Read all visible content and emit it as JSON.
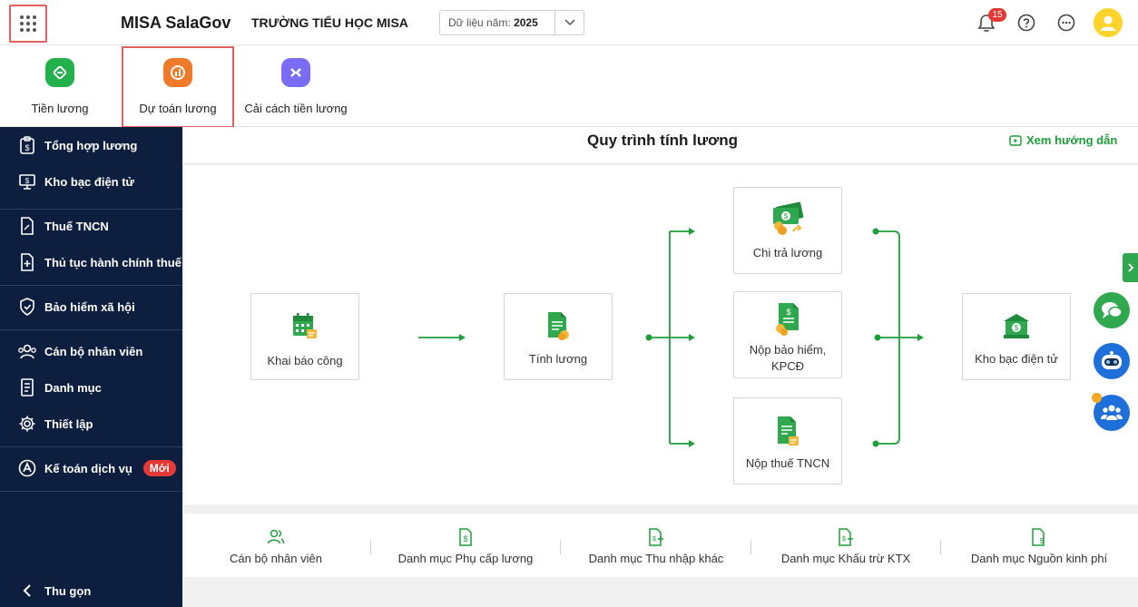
{
  "header": {
    "brand": "MISA SalaGov",
    "school": "TRƯỜNG TIỂU HỌC MISA",
    "year_label": "Dữ liệu năm:",
    "year_value": "2025",
    "notification_count": "15"
  },
  "apps": [
    {
      "label": "Tiền lương",
      "icon": "salary-icon",
      "color": "#22b14c"
    },
    {
      "label": "Dự toán lương",
      "icon": "budget-icon",
      "color": "#f07a2a"
    },
    {
      "label": "Cải cách tiền lương",
      "icon": "reform-icon",
      "color": "#7b6cf6"
    }
  ],
  "sidebar": {
    "items": [
      {
        "label": "Tổng hợp lương",
        "icon": "clipboard-money-icon"
      },
      {
        "label": "Kho bạc điện tử",
        "icon": "treasury-monitor-icon"
      },
      {
        "label": "Thuế TNCN",
        "icon": "tax-doc-icon"
      },
      {
        "label": "Thủ tục hành chính thuế",
        "icon": "doc-plus-icon"
      },
      {
        "label": "Bảo hiểm xã hội",
        "icon": "shield-check-icon"
      },
      {
        "label": "Cán bộ nhân viên",
        "icon": "staff-icon"
      },
      {
        "label": "Danh mục",
        "icon": "list-doc-icon"
      },
      {
        "label": "Thiết lập",
        "icon": "gear-icon"
      },
      {
        "label": "Kế toán dịch vụ",
        "icon": "accounting-icon"
      }
    ],
    "new_badge": "Mới",
    "collapse_label": "Thu gọn"
  },
  "main": {
    "title": "Quy trình tính lương",
    "guide_label": "Xem hướng dẫn"
  },
  "flow": {
    "nodes": [
      {
        "label": "Khai báo công",
        "icon": "calendar-icon"
      },
      {
        "label": "Tính lương",
        "icon": "salary-sheet-icon"
      },
      {
        "label": "Chi trả lương",
        "icon": "money-pay-icon"
      },
      {
        "label": "Nộp bảo hiểm, KPCĐ",
        "icon": "insurance-doc-icon"
      },
      {
        "label": "Nộp thuế TNCN",
        "icon": "tax-pay-icon"
      },
      {
        "label": "Kho bạc điện tử",
        "icon": "bank-icon"
      }
    ]
  },
  "shortcuts": [
    {
      "label": "Cán bộ nhân viên",
      "icon": "people-icon"
    },
    {
      "label": "Danh mục Phụ cấp lương",
      "icon": "allowance-icon"
    },
    {
      "label": "Danh mục Thu nhập khác",
      "icon": "income-icon"
    },
    {
      "label": "Danh mục Khấu trừ KTX",
      "icon": "deduction-icon"
    },
    {
      "label": "Danh mục Nguồn kinh phí",
      "icon": "fund-icon"
    }
  ],
  "colors": {
    "sidebar_bg": "#0e1e3f",
    "accent_green": "#1f9d3a",
    "highlight_red": "#e06060",
    "badge_red": "#e53935"
  }
}
